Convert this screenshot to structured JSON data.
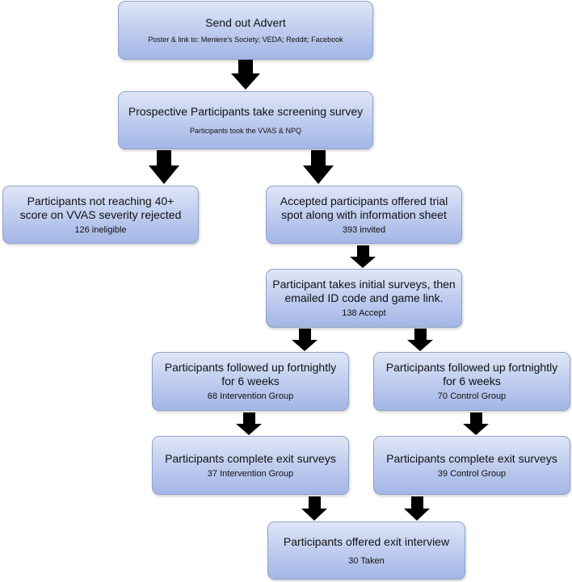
{
  "boxes": {
    "advert": {
      "title": "Send out Advert",
      "detail": "Poster & link to: Meniere's Society; VEDA; Reddit; Facebook"
    },
    "screening": {
      "title": "Prospective Participants take screening survey",
      "detail": "Participants took the VVAS & NPQ"
    },
    "rejected": {
      "title": "Participants not reaching 40+ score on VVAS severity rejected",
      "count": "126 ineligible"
    },
    "accepted": {
      "title": "Accepted participants offered trial spot along with information sheet",
      "count": "393 invited"
    },
    "initial": {
      "title": "Participant takes initial surveys, then emailed ID code and game link.",
      "count": "138 Accept"
    },
    "followup_intervention": {
      "title": "Participants followed up fortnightly for 6 weeks",
      "count": "68 Intervention Group"
    },
    "followup_control": {
      "title": "Participants followed up fortnightly for 6 weeks",
      "count": "70 Control Group"
    },
    "exit_intervention": {
      "title": "Participants complete exit surveys",
      "count": "37 Intervention Group"
    },
    "exit_control": {
      "title": "Participants complete exit surveys",
      "count": "39 Control Group"
    },
    "interview": {
      "title": "Participants offered exit interview",
      "count": "30 Taken"
    }
  },
  "colors": {
    "box_fill_top": "#dfe6f6",
    "box_fill_bottom": "#a4b6e6",
    "box_border": "#8fa3c8",
    "arrow": "#000000"
  }
}
